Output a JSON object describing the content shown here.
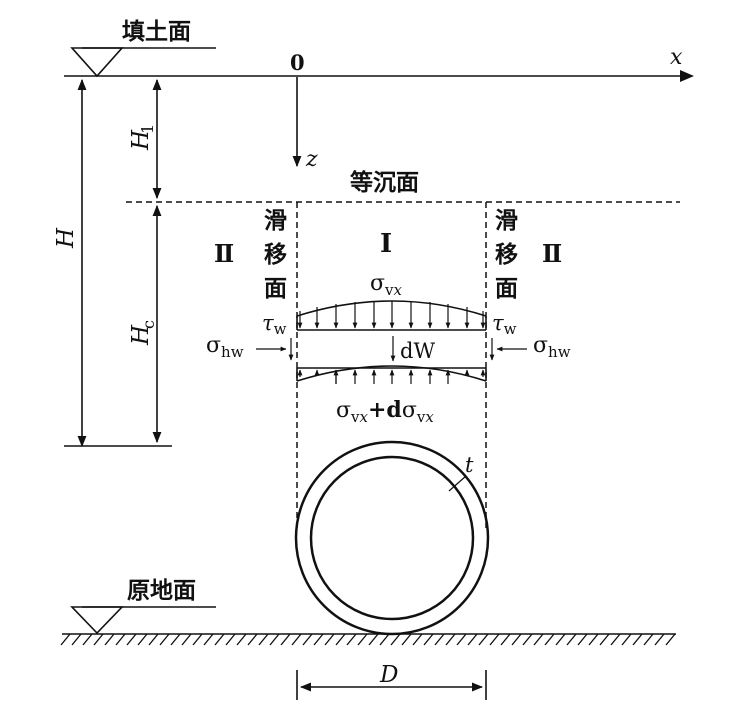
{
  "labels": {
    "fill_surface": "填土面",
    "origin": "0",
    "x_axis": "x",
    "z_axis": "z",
    "equal_settlement_plane": "等沉面",
    "region_outer": "Ⅱ",
    "region_inner": "Ⅰ",
    "slip_plane_chars": [
      "滑",
      "移",
      "面"
    ],
    "H": "H",
    "H1_main": "H",
    "H1_sub": "1",
    "Hc_main": "H",
    "Hc_sub": "c",
    "sigma_vx_main": "σ",
    "sigma_vx_sub": "v",
    "sigma_vx_sub_it": "x",
    "tau_w_main": "τ",
    "tau_w_sub": "w",
    "sigma_hw_main": "σ",
    "sigma_hw_sub": "hw",
    "dW": "dW",
    "sigma_bottom_main": "σ",
    "sigma_bottom_sub": "v",
    "sigma_bottom_sub_it": "x",
    "sigma_bottom_plus": "+d",
    "thickness": "t",
    "original_ground": "原地面",
    "diameter": "D"
  }
}
